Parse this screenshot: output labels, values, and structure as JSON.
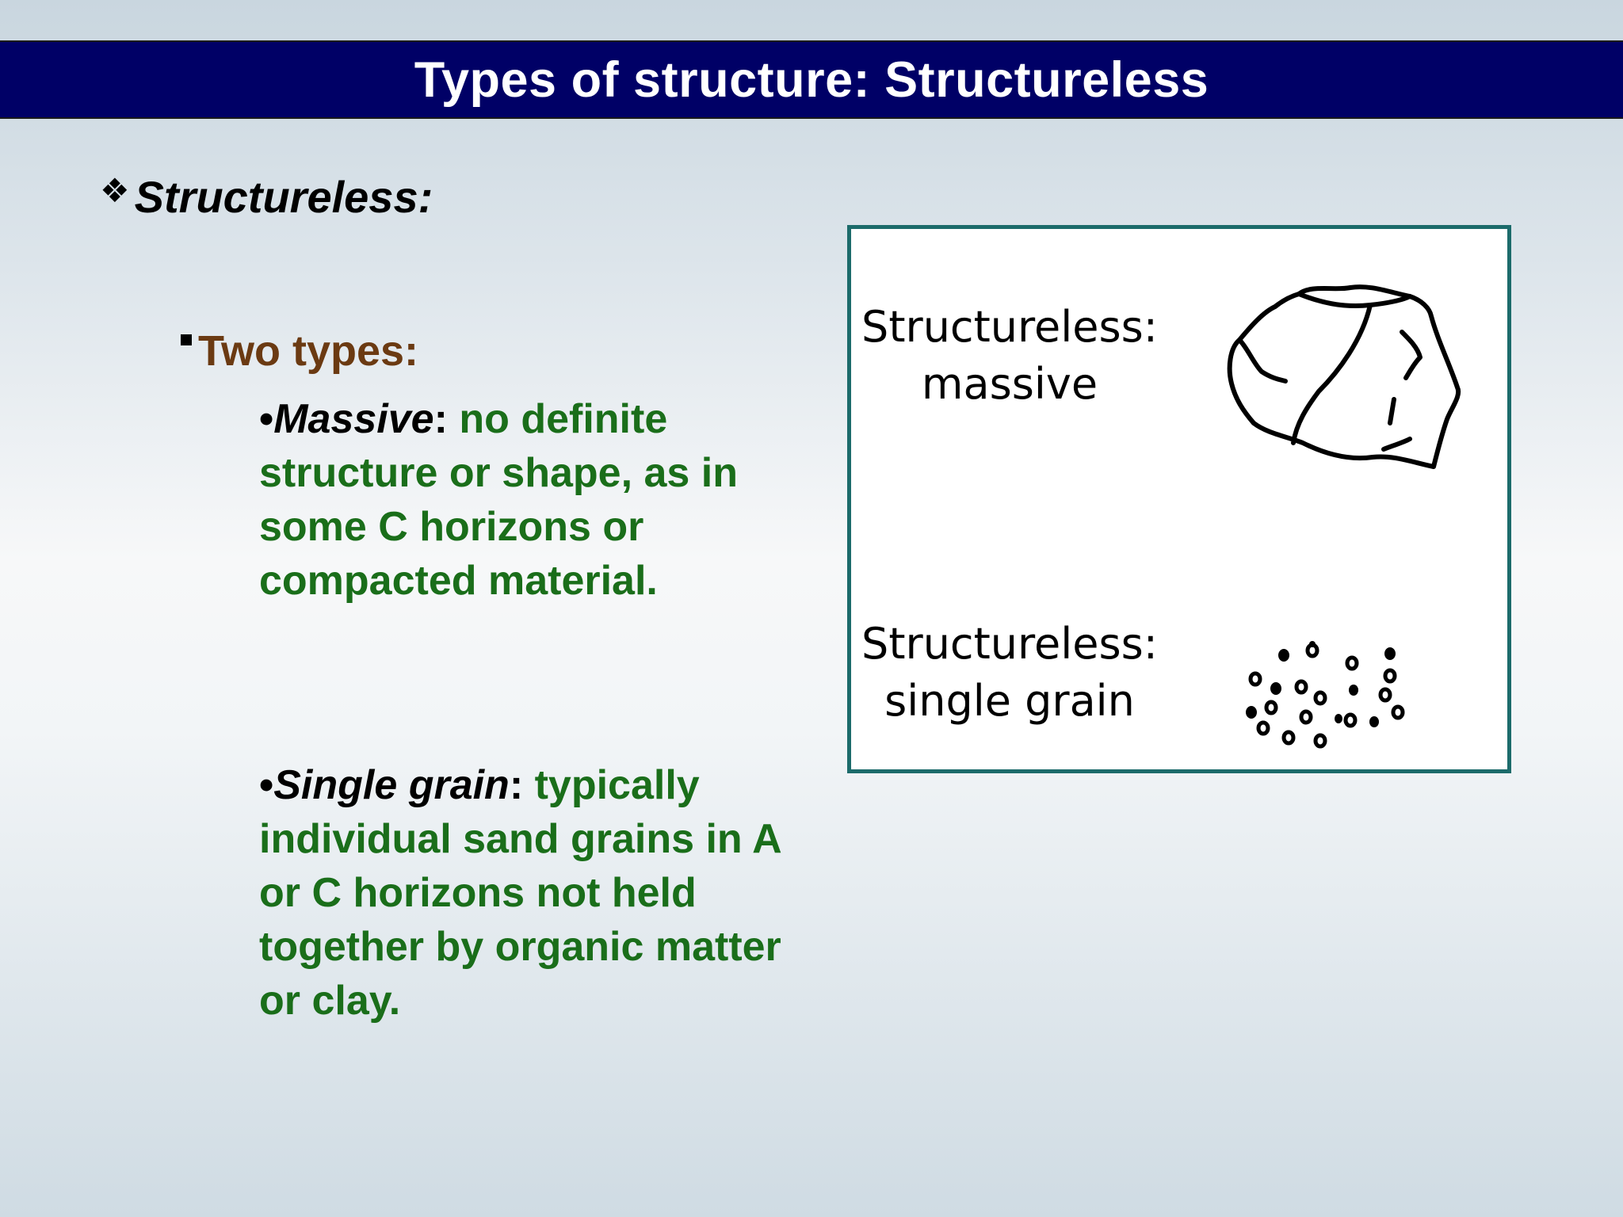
{
  "slide": {
    "title": "Types of structure: Structureless",
    "heading": "Structureless:",
    "sub_bullet": "Two types:",
    "items": [
      {
        "term": "Massive",
        "colon": ":",
        "description": " no definite structure or shape, as in some C horizons or compacted material."
      },
      {
        "term": "Single grain",
        "colon": ":",
        "description": " typically individual sand grains in A or C horizons not held together by organic matter or clay."
      }
    ]
  },
  "figure": {
    "label_massive_line1": "Structureless:",
    "label_massive_line2": "massive",
    "label_grain_line1": "Structureless:",
    "label_grain_line2": "single grain",
    "border_color": "#1c6b6b"
  },
  "icons": {
    "heading_bullet": "diamond-cluster-icon",
    "sub_bullet": "square-bullet-icon"
  },
  "colors": {
    "title_bar": "#000066",
    "sub_bullet_text": "#6b3a12",
    "description_text": "#1a6e1a"
  }
}
